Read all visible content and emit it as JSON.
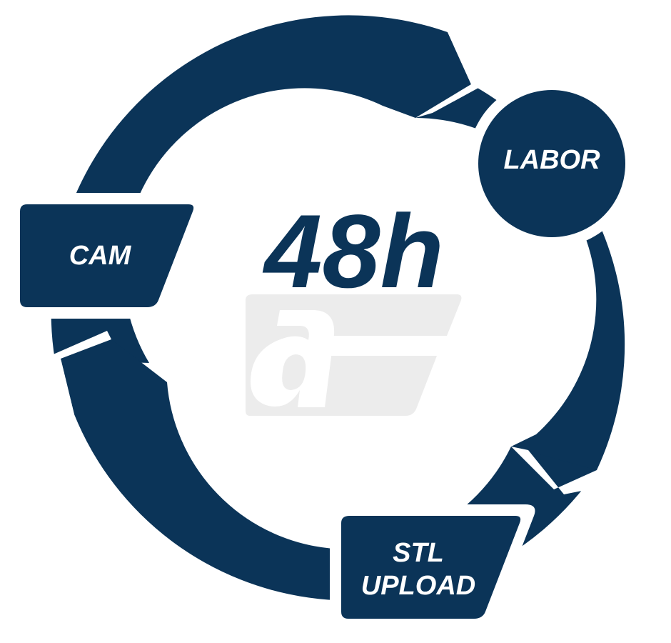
{
  "colors": {
    "primary": "#0b3458",
    "background": "#ffffff",
    "logo": "#ececec"
  },
  "center": {
    "title": "48h",
    "logo_icon": "a-brand-logo-icon"
  },
  "nodes": {
    "labor": {
      "label": "LABOR"
    },
    "cam": {
      "label": "CAM"
    },
    "stl": {
      "line1": "STL",
      "line2": "UPLOAD"
    }
  },
  "flow": {
    "direction": "clockwise",
    "arrows": 3
  }
}
